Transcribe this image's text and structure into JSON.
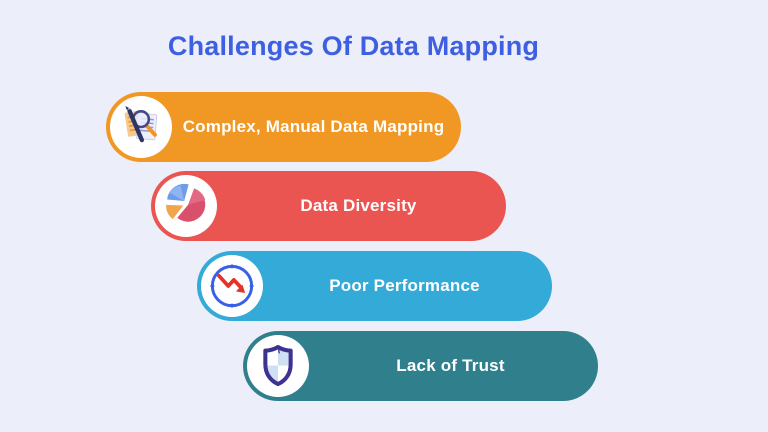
{
  "background_color": "#ECEEF9",
  "title": {
    "text": "Challenges Of Data Mapping",
    "color": "#3E5FE1"
  },
  "items": [
    {
      "label": "Complex, Manual Data Mapping",
      "color": "#F09724",
      "text_color": "#FFFFFF",
      "icon": "document-search-icon"
    },
    {
      "label": "Data Diversity",
      "color": "#EB5551",
      "text_color": "#FFFFFF",
      "icon": "pie-chart-icon"
    },
    {
      "label": "Poor Performance",
      "color": "#33AAD7",
      "text_color": "#FFFFFF",
      "icon": "clock-trend-down-icon"
    },
    {
      "label": "Lack of Trust",
      "color": "#2F808C",
      "text_color": "#FFFFFF",
      "icon": "shield-icon"
    }
  ]
}
